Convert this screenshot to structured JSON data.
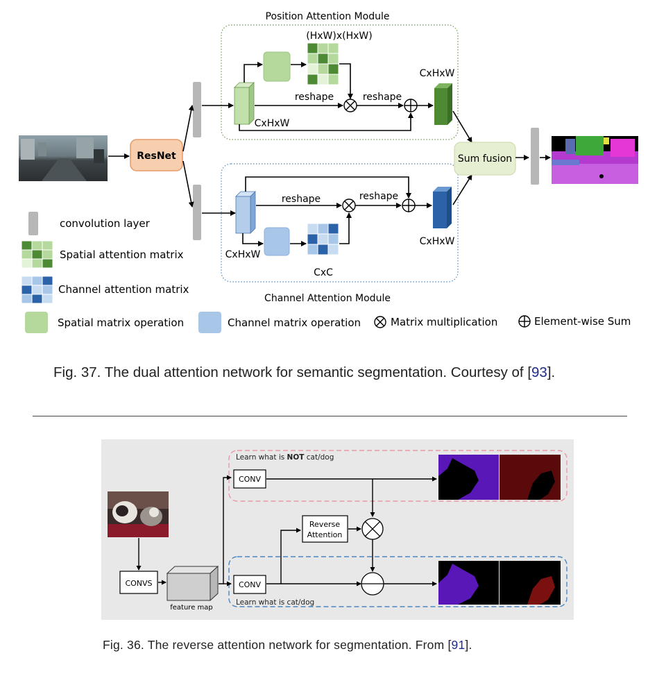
{
  "figure_top": {
    "position_module_title": "Position Attention Module",
    "channel_module_title": "Channel Attention Module",
    "resnet_label": "ResNet",
    "sum_fusion_label": "Sum fusion",
    "pam_matrix_label": "(HxW)x(HxW)",
    "cam_matrix_label": "CxC",
    "reshape_labels": [
      "reshape",
      "reshape",
      "reshape",
      "reshape"
    ],
    "cxhxw_labels": [
      "CxHxW",
      "CxHxW",
      "CxHxW",
      "CxHxW"
    ],
    "legend": {
      "conv": "convolution layer",
      "spatial_matrix": "Spatial attention matrix",
      "channel_matrix": "Channel attention matrix",
      "spatial_op": "Spatial matrix operation",
      "channel_op": "Channel matrix operation",
      "mat_mult": "Matrix multiplication",
      "elem_sum": "Element-wise Sum"
    },
    "colors": {
      "green_light": "#b5d99c",
      "green_dark": "#4e8a33",
      "blue_light": "#a7c6e8",
      "blue_dark": "#2c63a8",
      "resnet_fill": "#f7cfae",
      "resnet_border": "#e59a6a",
      "sum_fill": "#e6efd2"
    }
  },
  "caption_top": {
    "prefix": "Fig. 37. The dual attention network for semantic segmentation. Courtesy of [",
    "ref": "93",
    "suffix": "]."
  },
  "figure_bottom": {
    "not_cat_label_prefix": "Learn what is ",
    "not_cat_label_bold": "NOT",
    "not_cat_label_suffix": " cat/dog",
    "cat_label": "Learn what is cat/dog",
    "conv_label": "CONV",
    "conv_label_2": "CONV",
    "convs_label": "CONVS",
    "reverse_attention_line1": "Reverse",
    "reverse_attention_line2": "Attention",
    "feature_map_label": "feature map",
    "colors": {
      "panel_bg": "#e8e8e8",
      "pink_dash": "#e89aa8",
      "blue_dash": "#4e86c0",
      "purple": "#5a17b8",
      "darkred": "#5a0a0a"
    }
  },
  "caption_bottom": {
    "prefix": "Fig. 36. The reverse attention network for segmentation. From [",
    "ref": "91",
    "suffix": "]."
  }
}
